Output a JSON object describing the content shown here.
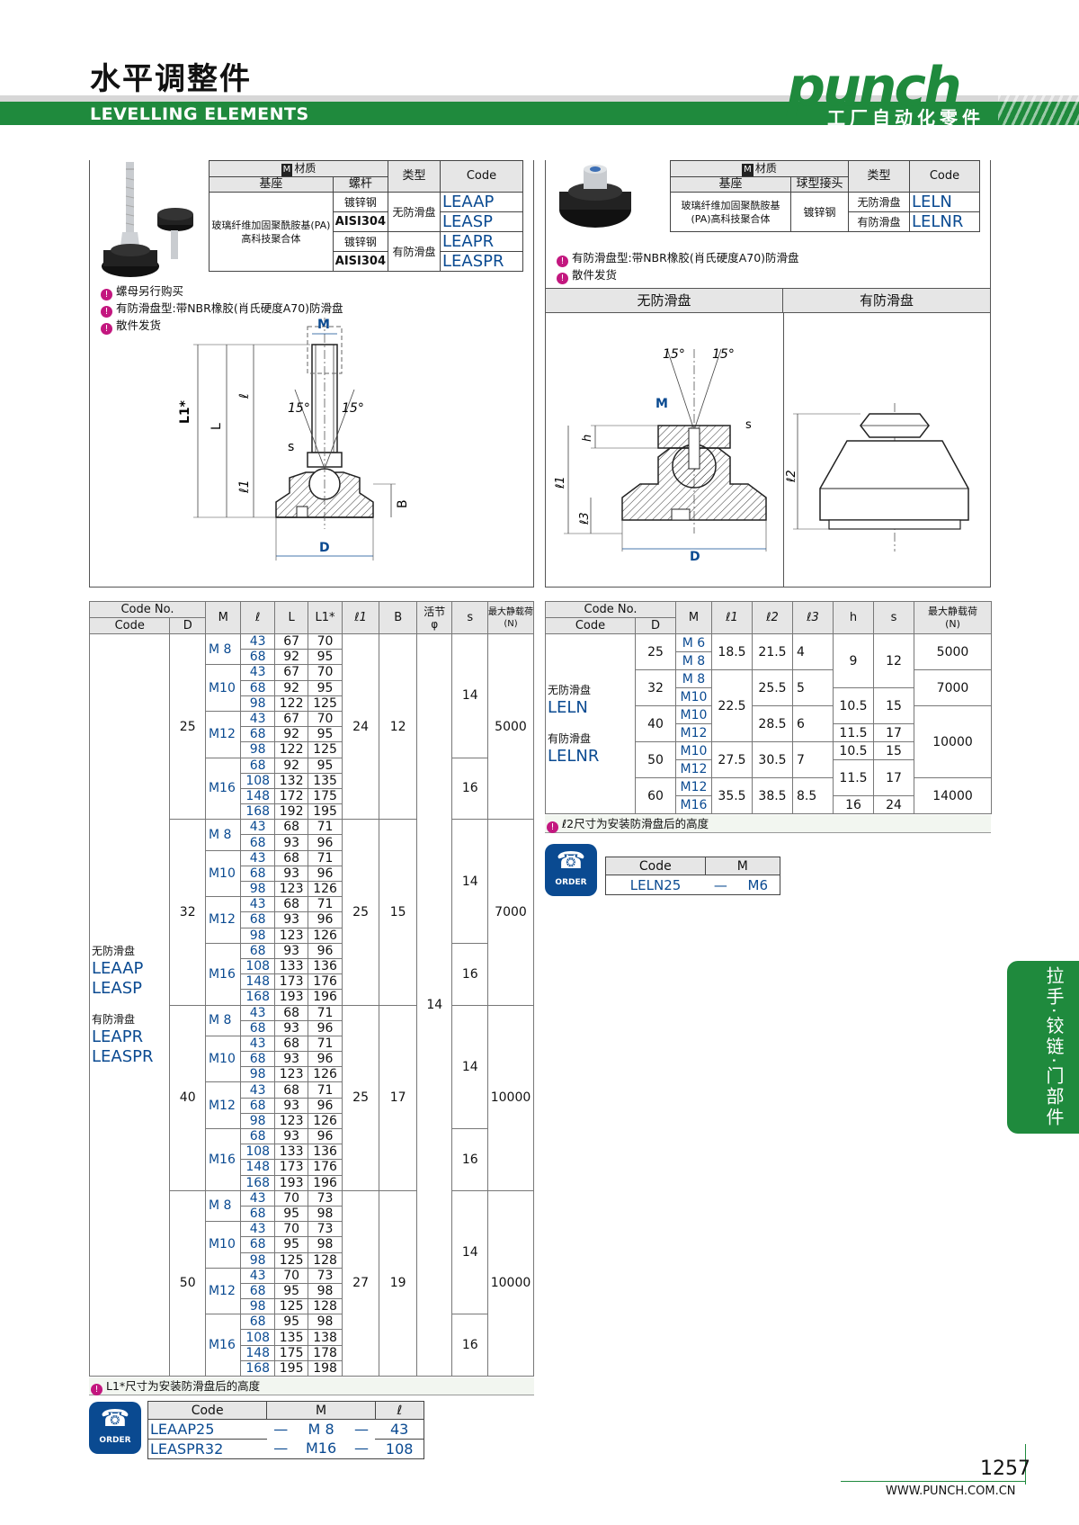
{
  "header": {
    "title_cn": "水平调整件",
    "title_en": "LEVELLING ELEMENTS",
    "logo": "punch",
    "tagline": "工厂自动化零件"
  },
  "left_panel": {
    "material_title": "材质",
    "m_badge": "M",
    "col_base": "基座",
    "col_bolt": "螺杆",
    "col_type": "类型",
    "col_code": "Code",
    "base_material": "玻璃纤维加固聚酰胺基(PA)高科技聚合体",
    "bolt_1": "镀锌钢",
    "bolt_2": "AISI304",
    "bolt_3": "镀锌钢",
    "bolt_4": "AISI304",
    "type_1": "无防滑盘",
    "type_2": "有防滑盘",
    "code_1": "LEAAP",
    "code_2": "LEASP",
    "code_3": "LEAPR",
    "code_4": "LEASPR",
    "notes": [
      "螺母另行购买",
      "有防滑盘型:带NBR橡胶(肖氏硬度A70)防滑盘",
      "散件发货"
    ],
    "dim_labels": {
      "M": "M",
      "L1": "L1*",
      "L": "L",
      "l": "ℓ",
      "l1": "ℓ1",
      "s": "s",
      "B": "B",
      "D": "D",
      "a1": "15°",
      "a2": "15°"
    }
  },
  "right_panel": {
    "material_title": "材质",
    "m_badge": "M",
    "col_base": "基座",
    "col_ball": "球型接头",
    "col_type": "类型",
    "col_code": "Code",
    "base_material": "玻璃纤维加固聚酰胺基(PA)高科技聚合体",
    "ball_material": "镀锌钢",
    "type_1": "无防滑盘",
    "type_2": "有防滑盘",
    "code_1": "LELN",
    "code_2": "LELNR",
    "notes": [
      "有防滑盘型:带NBR橡胶(肖氏硬度A70)防滑盘",
      "散件发货"
    ],
    "view_1": "无防滑盘",
    "view_2": "有防滑盘",
    "dim_labels": {
      "a1": "15°",
      "a2": "15°",
      "M": "M",
      "s": "s",
      "h": "h",
      "l1": "ℓ1",
      "l3": "ℓ3",
      "l2": "ℓ2",
      "D": "D"
    }
  },
  "left_table": {
    "h_codeno": "Code No.",
    "h_code": "Code",
    "h_D": "D",
    "h_M": "M",
    "h_l": "ℓ",
    "h_L": "L",
    "h_L1": "L1*",
    "h_l1": "ℓ1",
    "h_B": "B",
    "h_phi": "活节",
    "h_phi2": "φ",
    "h_s": "s",
    "h_load": "最大静载荷",
    "h_load_unit": "(N)",
    "code_label_1": "无防滑盘",
    "code_1": "LEAAP",
    "code_2": "LEASP",
    "code_label_2": "有防滑盘",
    "code_3": "LEAPR",
    "code_4": "LEASPR",
    "phi": "14",
    "groups": [
      {
        "D": "25",
        "l1": "24",
        "B": "12",
        "load": "5000",
        "s1": "14",
        "s2": "16",
        "m": [
          {
            "M": "M 8",
            "rows": [
              [
                "43",
                "67",
                "70"
              ],
              [
                "68",
                "92",
                "95"
              ]
            ]
          },
          {
            "M": "M10",
            "rows": [
              [
                "43",
                "67",
                "70"
              ],
              [
                "68",
                "92",
                "95"
              ],
              [
                "98",
                "122",
                "125"
              ]
            ]
          },
          {
            "M": "M12",
            "rows": [
              [
                "43",
                "67",
                "70"
              ],
              [
                "68",
                "92",
                "95"
              ],
              [
                "98",
                "122",
                "125"
              ]
            ]
          },
          {
            "M": "M16",
            "rows": [
              [
                "68",
                "92",
                "95"
              ],
              [
                "108",
                "132",
                "135"
              ],
              [
                "148",
                "172",
                "175"
              ],
              [
                "168",
                "192",
                "195"
              ]
            ]
          }
        ]
      },
      {
        "D": "32",
        "l1": "25",
        "B": "15",
        "load": "7000",
        "s1": "14",
        "s2": "16",
        "m": [
          {
            "M": "M 8",
            "rows": [
              [
                "43",
                "68",
                "71"
              ],
              [
                "68",
                "93",
                "96"
              ]
            ]
          },
          {
            "M": "M10",
            "rows": [
              [
                "43",
                "68",
                "71"
              ],
              [
                "68",
                "93",
                "96"
              ],
              [
                "98",
                "123",
                "126"
              ]
            ]
          },
          {
            "M": "M12",
            "rows": [
              [
                "43",
                "68",
                "71"
              ],
              [
                "68",
                "93",
                "96"
              ],
              [
                "98",
                "123",
                "126"
              ]
            ]
          },
          {
            "M": "M16",
            "rows": [
              [
                "68",
                "93",
                "96"
              ],
              [
                "108",
                "133",
                "136"
              ],
              [
                "148",
                "173",
                "176"
              ],
              [
                "168",
                "193",
                "196"
              ]
            ]
          }
        ]
      },
      {
        "D": "40",
        "l1": "25",
        "B": "17",
        "load": "10000",
        "s1": "14",
        "s2": "16",
        "m": [
          {
            "M": "M 8",
            "rows": [
              [
                "43",
                "68",
                "71"
              ],
              [
                "68",
                "93",
                "96"
              ]
            ]
          },
          {
            "M": "M10",
            "rows": [
              [
                "43",
                "68",
                "71"
              ],
              [
                "68",
                "93",
                "96"
              ],
              [
                "98",
                "123",
                "126"
              ]
            ]
          },
          {
            "M": "M12",
            "rows": [
              [
                "43",
                "68",
                "71"
              ],
              [
                "68",
                "93",
                "96"
              ],
              [
                "98",
                "123",
                "126"
              ]
            ]
          },
          {
            "M": "M16",
            "rows": [
              [
                "68",
                "93",
                "96"
              ],
              [
                "108",
                "133",
                "136"
              ],
              [
                "148",
                "173",
                "176"
              ],
              [
                "168",
                "193",
                "196"
              ]
            ]
          }
        ]
      },
      {
        "D": "50",
        "l1": "27",
        "B": "19",
        "load": "10000",
        "s1": "14",
        "s2": "16",
        "m": [
          {
            "M": "M 8",
            "rows": [
              [
                "43",
                "70",
                "73"
              ],
              [
                "68",
                "95",
                "98"
              ]
            ]
          },
          {
            "M": "M10",
            "rows": [
              [
                "43",
                "70",
                "73"
              ],
              [
                "68",
                "95",
                "98"
              ],
              [
                "98",
                "125",
                "128"
              ]
            ]
          },
          {
            "M": "M12",
            "rows": [
              [
                "43",
                "70",
                "73"
              ],
              [
                "68",
                "95",
                "98"
              ],
              [
                "98",
                "125",
                "128"
              ]
            ]
          },
          {
            "M": "M16",
            "rows": [
              [
                "68",
                "95",
                "98"
              ],
              [
                "108",
                "135",
                "138"
              ],
              [
                "148",
                "175",
                "178"
              ],
              [
                "168",
                "195",
                "198"
              ]
            ]
          }
        ]
      }
    ],
    "footnote": "L1*尺寸为安装防滑盘后的高度"
  },
  "left_order": {
    "icon_text": "ORDER",
    "h_code": "Code",
    "h_M": "M",
    "h_l": "ℓ",
    "rows": [
      [
        "LEAAP25",
        "—",
        "M 8",
        "—",
        "43"
      ],
      [
        "LEASPR32",
        "—",
        "M16",
        "—",
        "108"
      ]
    ]
  },
  "right_table": {
    "h_codeno": "Code No.",
    "h_code": "Code",
    "h_D": "D",
    "h_M": "M",
    "h_l1": "ℓ1",
    "h_l2": "ℓ2",
    "h_l3": "ℓ3",
    "h_h": "h",
    "h_s": "s",
    "h_load": "最大静载荷",
    "h_load_unit": "(N)",
    "code_label_1": "无防滑盘",
    "code_1": "LELN",
    "code_label_2": "有防滑盘",
    "code_2": "LELNR",
    "footnote": "ℓ2尺寸为安装防滑盘后的高度"
  },
  "right_order": {
    "icon_text": "ORDER",
    "h_code": "Code",
    "h_M": "M",
    "row": [
      "LELN25",
      "—",
      "M6"
    ]
  },
  "side_tab": "拉手·铰链·门部件",
  "footer": {
    "page": "1257",
    "site": "WWW.PUNCH.COM.CN"
  }
}
